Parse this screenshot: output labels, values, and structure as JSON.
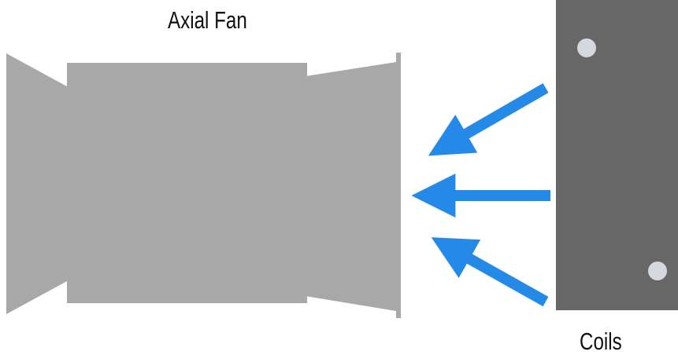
{
  "labels": {
    "fan": "Axial Fan",
    "coils": "Coils"
  },
  "colors": {
    "fan_body": "#a8a8a8",
    "coil_panel": "#676767",
    "coil_dot": "#d4d9e0",
    "airflow_arrow": "#2589e8",
    "text": "#111111"
  },
  "airflow_arrow_count": 3,
  "icons": {
    "airflow": "arrow-left-icon"
  }
}
